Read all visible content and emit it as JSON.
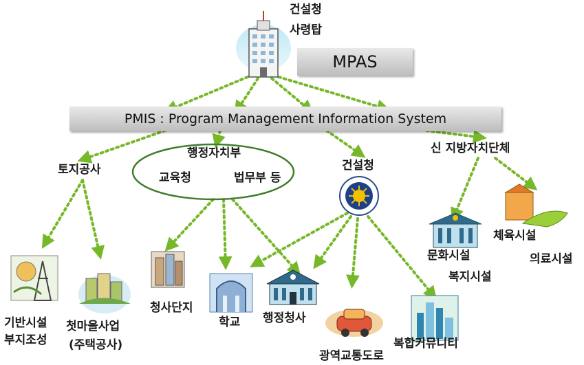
{
  "hq": {
    "line1": "건설청",
    "line2": "사령탑"
  },
  "mpas": "MPAS",
  "pmis": "PMIS : Program Management Information System",
  "nodes": {
    "land_corp": "토지공사",
    "admin_ministry": "행정자치부",
    "education_office": "교육청",
    "justice_ministry": "법무부 등",
    "construction_agency": "건설청",
    "new_local_gov": "신 지방자치단체"
  },
  "leaves": {
    "infra_1": "기반시설",
    "infra_2": "부지조성",
    "village_1": "첫마을사업",
    "village_2": "(주택공사)",
    "gov_complex": "청사단지",
    "school": "학교",
    "admin_building": "행정청사",
    "transit_road": "광역교통도로",
    "community": "복합커뮤니티",
    "culture": "문화시설",
    "welfare": "복지시설",
    "sports": "체육시설",
    "medical": "의료시설"
  },
  "colors": {
    "arrow": "#76b82a",
    "ellipse": "#3f7d2a",
    "bar": "#cfcfcf"
  }
}
